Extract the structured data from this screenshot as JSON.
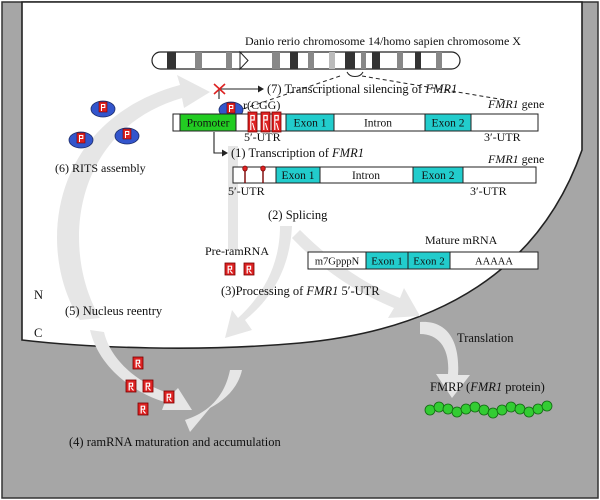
{
  "chromosome": {
    "label": "Danio rerio chromosome 14/homo sapien chromosome X"
  },
  "labels": {
    "nucleus": "N",
    "cytoplasm": "C",
    "rcgg": "r(CGG)",
    "step7_text": "(7) Transcriptional silencing of ",
    "step7_gene": "FMR1",
    "step1_text": "(1) Transcription of ",
    "step1_gene": "FMR1",
    "step6": "(6) RITS assembly",
    "step2": "(2) Splicing",
    "pre_ramrna": "Pre-ramRNA",
    "step3_text": "(3)Processing of ",
    "step3_gene": "FMR1",
    "step3_suffix": " 5′-UTR",
    "step5": "(5) Nucleus reentry",
    "step4": "(4) ramRNA maturation and accumulation",
    "translation": "Translation",
    "fmrp_text": "FMRP (",
    "fmrp_gene": "FMR1",
    "fmrp_suffix": " protein)"
  },
  "gene_dna": {
    "gene_name": "FMR1",
    "gene_suffix": " gene",
    "promoter": "Promoter",
    "exon1": "Exon 1",
    "intron": "Intron",
    "exon2": "Exon 2",
    "utr5": "5′-UTR",
    "utr3": "3′-UTR"
  },
  "pre_mrna": {
    "gene_name": "FMR1",
    "gene_suffix": " gene",
    "exon1": "Exon 1",
    "intron": "Intron",
    "exon2": "Exon 2",
    "utr5": "5′-UTR",
    "utr3": "3′-UTR"
  },
  "mature_mrna": {
    "title": "Mature mRNA",
    "cap": "m7GpppN",
    "exon1": "Exon 1",
    "exon2": "Exon 2",
    "polya": "AAAAA"
  },
  "colors": {
    "nucleus_bg": "#ffffff",
    "cytoplasm_bg": "#a6a6a6",
    "promoter": "#22cc22",
    "exon": "#22cccc",
    "rna_hairpin": "#dd2222",
    "rits_protein": "#3355cc",
    "protein_bead": "#33cc33",
    "silencing_x": "#dd2222",
    "arrow": "#e6e6e6"
  }
}
